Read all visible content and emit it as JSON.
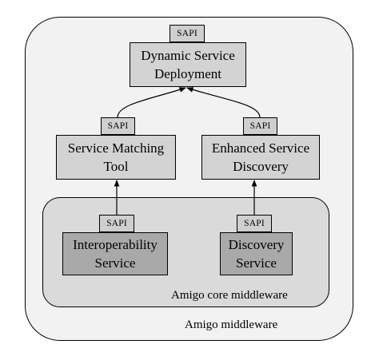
{
  "regions": {
    "outer_label": "Amigo middleware",
    "core_label": "Amigo core middleware"
  },
  "sapi_label": "SAPI",
  "boxes": {
    "deployment": "Dynamic Service\nDeployment",
    "matching": "Service Matching\nTool",
    "enhanced": "Enhanced Service\nDiscovery",
    "interop": "Interoperability\nService",
    "discovery": "Discovery\nService"
  },
  "colors": {
    "outer_fill": "#f2f2f2",
    "core_fill": "#dadada",
    "upper_box_fill": "#d3d3d3",
    "core_box_fill": "#a9a9a9",
    "sapi_fill": "#cfcfcf"
  }
}
